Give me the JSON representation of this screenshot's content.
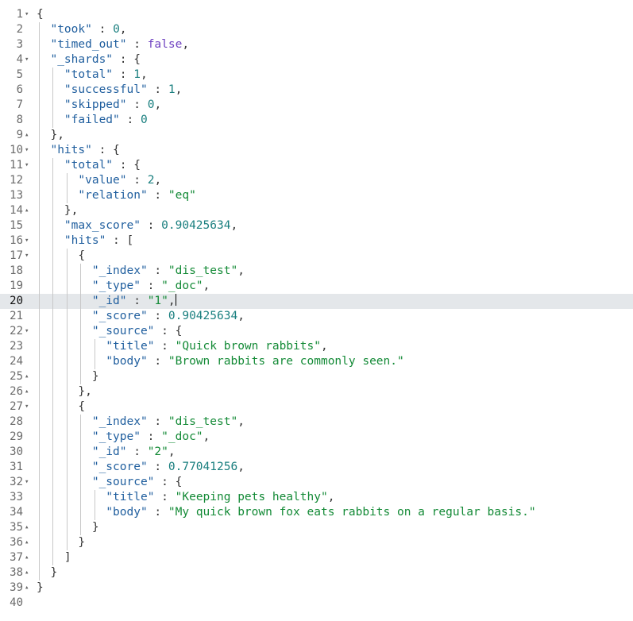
{
  "lines": [
    [
      [
        "p",
        "{"
      ]
    ],
    [
      [
        "p",
        "  "
      ],
      [
        "k",
        "\"took\""
      ],
      [
        "p",
        " : "
      ],
      [
        "n",
        "0"
      ],
      [
        "p",
        ","
      ]
    ],
    [
      [
        "p",
        "  "
      ],
      [
        "k",
        "\"timed_out\""
      ],
      [
        "p",
        " : "
      ],
      [
        "b",
        "false"
      ],
      [
        "p",
        ","
      ]
    ],
    [
      [
        "p",
        "  "
      ],
      [
        "k",
        "\"_shards\""
      ],
      [
        "p",
        " : {"
      ]
    ],
    [
      [
        "p",
        "    "
      ],
      [
        "k",
        "\"total\""
      ],
      [
        "p",
        " : "
      ],
      [
        "n",
        "1"
      ],
      [
        "p",
        ","
      ]
    ],
    [
      [
        "p",
        "    "
      ],
      [
        "k",
        "\"successful\""
      ],
      [
        "p",
        " : "
      ],
      [
        "n",
        "1"
      ],
      [
        "p",
        ","
      ]
    ],
    [
      [
        "p",
        "    "
      ],
      [
        "k",
        "\"skipped\""
      ],
      [
        "p",
        " : "
      ],
      [
        "n",
        "0"
      ],
      [
        "p",
        ","
      ]
    ],
    [
      [
        "p",
        "    "
      ],
      [
        "k",
        "\"failed\""
      ],
      [
        "p",
        " : "
      ],
      [
        "n",
        "0"
      ]
    ],
    [
      [
        "p",
        "  },"
      ]
    ],
    [
      [
        "p",
        "  "
      ],
      [
        "k",
        "\"hits\""
      ],
      [
        "p",
        " : {"
      ]
    ],
    [
      [
        "p",
        "    "
      ],
      [
        "k",
        "\"total\""
      ],
      [
        "p",
        " : {"
      ]
    ],
    [
      [
        "p",
        "      "
      ],
      [
        "k",
        "\"value\""
      ],
      [
        "p",
        " : "
      ],
      [
        "n",
        "2"
      ],
      [
        "p",
        ","
      ]
    ],
    [
      [
        "p",
        "      "
      ],
      [
        "k",
        "\"relation\""
      ],
      [
        "p",
        " : "
      ],
      [
        "s",
        "\"eq\""
      ]
    ],
    [
      [
        "p",
        "    },"
      ]
    ],
    [
      [
        "p",
        "    "
      ],
      [
        "k",
        "\"max_score\""
      ],
      [
        "p",
        " : "
      ],
      [
        "n",
        "0.90425634"
      ],
      [
        "p",
        ","
      ]
    ],
    [
      [
        "p",
        "    "
      ],
      [
        "k",
        "\"hits\""
      ],
      [
        "p",
        " : ["
      ]
    ],
    [
      [
        "p",
        "      {"
      ]
    ],
    [
      [
        "p",
        "        "
      ],
      [
        "k",
        "\"_index\""
      ],
      [
        "p",
        " : "
      ],
      [
        "s",
        "\"dis_test\""
      ],
      [
        "p",
        ","
      ]
    ],
    [
      [
        "p",
        "        "
      ],
      [
        "k",
        "\"_type\""
      ],
      [
        "p",
        " : "
      ],
      [
        "s",
        "\"_doc\""
      ],
      [
        "p",
        ","
      ]
    ],
    [
      [
        "p",
        "        "
      ],
      [
        "k",
        "\"_id\""
      ],
      [
        "p",
        " : "
      ],
      [
        "s",
        "\"1\""
      ],
      [
        "p",
        ","
      ]
    ],
    [
      [
        "p",
        "        "
      ],
      [
        "k",
        "\"_score\""
      ],
      [
        "p",
        " : "
      ],
      [
        "n",
        "0.90425634"
      ],
      [
        "p",
        ","
      ]
    ],
    [
      [
        "p",
        "        "
      ],
      [
        "k",
        "\"_source\""
      ],
      [
        "p",
        " : {"
      ]
    ],
    [
      [
        "p",
        "          "
      ],
      [
        "k",
        "\"title\""
      ],
      [
        "p",
        " : "
      ],
      [
        "s",
        "\"Quick brown rabbits\""
      ],
      [
        "p",
        ","
      ]
    ],
    [
      [
        "p",
        "          "
      ],
      [
        "k",
        "\"body\""
      ],
      [
        "p",
        " : "
      ],
      [
        "s",
        "\"Brown rabbits are commonly seen.\""
      ]
    ],
    [
      [
        "p",
        "        }"
      ]
    ],
    [
      [
        "p",
        "      },"
      ]
    ],
    [
      [
        "p",
        "      {"
      ]
    ],
    [
      [
        "p",
        "        "
      ],
      [
        "k",
        "\"_index\""
      ],
      [
        "p",
        " : "
      ],
      [
        "s",
        "\"dis_test\""
      ],
      [
        "p",
        ","
      ]
    ],
    [
      [
        "p",
        "        "
      ],
      [
        "k",
        "\"_type\""
      ],
      [
        "p",
        " : "
      ],
      [
        "s",
        "\"_doc\""
      ],
      [
        "p",
        ","
      ]
    ],
    [
      [
        "p",
        "        "
      ],
      [
        "k",
        "\"_id\""
      ],
      [
        "p",
        " : "
      ],
      [
        "s",
        "\"2\""
      ],
      [
        "p",
        ","
      ]
    ],
    [
      [
        "p",
        "        "
      ],
      [
        "k",
        "\"_score\""
      ],
      [
        "p",
        " : "
      ],
      [
        "n",
        "0.77041256"
      ],
      [
        "p",
        ","
      ]
    ],
    [
      [
        "p",
        "        "
      ],
      [
        "k",
        "\"_source\""
      ],
      [
        "p",
        " : {"
      ]
    ],
    [
      [
        "p",
        "          "
      ],
      [
        "k",
        "\"title\""
      ],
      [
        "p",
        " : "
      ],
      [
        "s",
        "\"Keeping pets healthy\""
      ],
      [
        "p",
        ","
      ]
    ],
    [
      [
        "p",
        "          "
      ],
      [
        "k",
        "\"body\""
      ],
      [
        "p",
        " : "
      ],
      [
        "s",
        "\"My quick brown fox eats rabbits on a regular basis.\""
      ]
    ],
    [
      [
        "p",
        "        }"
      ]
    ],
    [
      [
        "p",
        "      }"
      ]
    ],
    [
      [
        "p",
        "    ]"
      ]
    ],
    [
      [
        "p",
        "  }"
      ]
    ],
    [
      [
        "p",
        "}"
      ]
    ],
    []
  ],
  "fold_markers": {
    "1": "open",
    "4": "open",
    "9": "close",
    "10": "open",
    "11": "open",
    "14": "close",
    "16": "open",
    "17": "open",
    "22": "open",
    "25": "close",
    "26": "close",
    "27": "open",
    "32": "open",
    "35": "close",
    "36": "close",
    "37": "close",
    "38": "close",
    "39": "close"
  },
  "active_line": 20,
  "cursor_after_line": 20,
  "icons": {
    "fold_open": "▾",
    "fold_close": "▴"
  },
  "colors": {
    "key": "#1f5e9e",
    "string": "#138a36",
    "number": "#1a7f7f",
    "boolean": "#6f42c1",
    "active_row": "#e4e7ea"
  }
}
